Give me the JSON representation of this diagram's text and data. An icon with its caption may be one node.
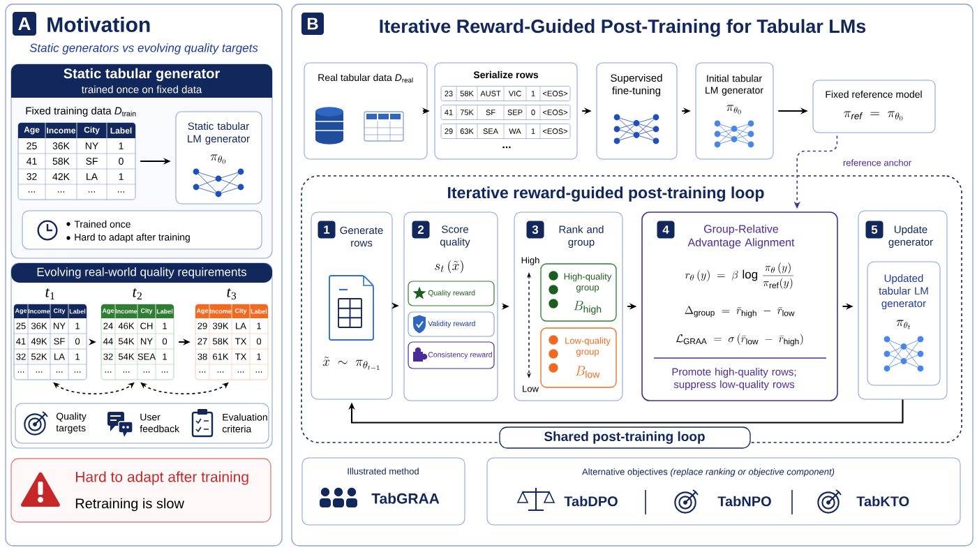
{
  "diagram": {
    "nodes": [
      {
        "text": [
          "A",
          "Motivation",
          "Static generators vs evolving quality targets"
        ]
      },
      {
        "text": [
          "Static tabular generator",
          "trained once on fixed data"
        ],
        "in": 0
      },
      {
        "text": [],
        "shape": "table",
        "in": 1,
        "beside": [
          "Fixed training data *D*$_{train}$"
        ]
      },
      {
        "text": [
          "Static tabular LM generator",
          "\\pi_{\\theta_0}"
        ],
        "in": 1
      },
      {
        "text": [
          "Trained once",
          "Hard to adapt after training"
        ],
        "in": 1
      },
      {
        "text": [
          "Evolving real-world quality requirements"
        ],
        "in": 0
      },
      {
        "text": [],
        "shape": "table",
        "in": 5,
        "beside": [
          "*t*$_{1}$"
        ]
      },
      {
        "text": [],
        "shape": "table",
        "in": 5,
        "beside": [
          "*t*$_{2}$"
        ]
      },
      {
        "text": [],
        "shape": "table",
        "in": 5,
        "beside": [
          "*t*$_{3}$"
        ]
      },
      {
        "text": [
          "Quality targets",
          "User feedback",
          "Evaluation criteria"
        ],
        "in": 5
      },
      {
        "text": [
          "Hard to adapt after training",
          "Retraining is slow"
        ],
        "in": 0
      },
      {
        "text": [
          "B",
          "Iterative Reward-Guided Post-Training for Tabular LMs"
        ]
      },
      {
        "text": [
          "Real tabular data *D*$_{real}$"
        ],
        "in": 11
      },
      {
        "text": [
          "Serialize rows"
        ],
        "in": 11
      },
      {
        "text": [
          "Supervised fine-tuning"
        ],
        "in": 11
      },
      {
        "text": [
          "Initial tabular LM generator",
          "\\pi_{\\theta_0}"
        ],
        "in": 11
      },
      {
        "text": [
          "Fixed reference model",
          "\\pi_{\\mathit{ref}} \\;=\\; \\pi_{\\theta_0}"
        ],
        "in": 11
      },
      {
        "text": [
          "Iterative reward-guided post-training loop"
        ],
        "in": 11
      },
      {
        "text": [
          "1",
          "Generate rows",
          "\\tilde{x} \\;\\sim\\; \\pi_{\\theta_{t-1}}"
        ],
        "in": 17
      },
      {
        "text": [
          "2",
          "Score quality",
          "s_t\\,(\\tilde{x})"
        ],
        "in": 17
      },
      {
        "text": [
          "Quality reward"
        ],
        "in": 19
      },
      {
        "text": [
          "Validity reward"
        ],
        "in": 19
      },
      {
        "text": [
          "Consistency reward"
        ],
        "in": 19
      },
      {
        "text": [
          "3",
          "Rank and group"
        ],
        "in": 17
      },
      {
        "text": [
          "High-quality group",
          "B_{\\mathrm{high}}"
        ],
        "in": 23
      },
      {
        "text": [
          "Low-quality group",
          "B_{\\mathrm{low}}"
        ],
        "in": 23
      },
      {
        "text": [
          "4",
          "Group-Relative Advantage Alignment",
          "r_\\theta\\,(y) \\;=\\; \\beta\\,\\log\\,\\frac{\\pi_\\theta\\,(y)}{\\pi_{\\mathrm{ref}}(y)}",
          "\\Delta_{\\mathrm{group}} \\;=\\; \\bar{r}_{\\mathrm{high}} \\;-\\; \\bar{r}_{\\mathrm{low}}",
          "\\mathcal{L}_{\\mathrm{GRAA}} \\;=\\; \\sigma\\,(\\bar{r}_{\\mathrm{low}} \\;-\\; \\bar{r}_{\\mathrm{high}})",
          "Promote high-quality rows; suppress low-quality rows"
        ],
        "in": 17
      },
      {
        "text": [
          "5",
          "Update generator"
        ],
        "in": 17
      },
      {
        "text": [
          "Updated tabular LM generator",
          "\\pi_{\\theta_t}"
        ],
        "in": 27
      },
      {
        "text": [
          "Shared post-training loop"
        ],
        "in": 11
      },
      {
        "text": [
          "Illustrated method",
          "TabGRAA"
        ],
        "in": 11
      },
      {
        "text": [
          "Alternative objectives *(replace ranking or objective component)*",
          "TabDPO",
          "TabNPO",
          "TabKTO"
        ],
        "in": 11
      }
    ],
    "edges": [
      {
        "from": 2,
        "to": 3,
        "arrow": "to"
      },
      {
        "from": 6,
        "to": 7,
        "arrow": "to"
      },
      {
        "from": 7,
        "to": 8,
        "arrow": "to"
      },
      {
        "from": 6,
        "to": 7,
        "arrow": "both",
        "style": "dashed"
      },
      {
        "from": 7,
        "to": 8,
        "arrow": "both",
        "style": "dashed"
      },
      {
        "from": 12,
        "to": 13,
        "arrow": "to"
      },
      {
        "from": 13,
        "to": 14,
        "arrow": "to"
      },
      {
        "from": 14,
        "to": 15,
        "arrow": "to"
      },
      {
        "from": 15,
        "to": 16,
        "arrow": "to"
      },
      {
        "from": 16,
        "to": 26,
        "arrow": "to",
        "style": "dashed",
        "color": "#4b2c98",
        "label": "reference anchor"
      },
      {
        "from": 18,
        "to": 19,
        "arrow": "to"
      },
      {
        "from": 19,
        "to": 23,
        "arrow": "to"
      },
      {
        "from": 23,
        "to": 26,
        "arrow": "to"
      },
      {
        "from": 26,
        "to": 27,
        "arrow": "to"
      },
      {
        "from": 27,
        "to": 18,
        "arrow": "to"
      }
    ],
    "labels": [
      "Age",
      "Income",
      "City",
      "Label",
      "25",
      "36K",
      "NY",
      "1",
      "41",
      "58K",
      "SF",
      "0",
      "32",
      "42K",
      "LA",
      "1",
      "...",
      "...",
      "...",
      "...",
      "Age",
      "Income",
      "City",
      "Label",
      "25",
      "36K",
      "NY",
      "1",
      "41",
      "49K",
      "SF",
      "0",
      "32",
      "52K",
      "LA",
      "1",
      "...",
      "...",
      "...",
      "...",
      "Age",
      "Income",
      "City",
      "Label",
      "24",
      "46K",
      "CH",
      "1",
      "44",
      "54K",
      "NY",
      "0",
      "32",
      "54K",
      "SEA",
      "1",
      "...",
      "...",
      "...",
      "...",
      "Age",
      "Income",
      "City",
      "Label",
      "29",
      "39K",
      "LA",
      "1",
      "27",
      "58K",
      "TX",
      "0",
      "38",
      "61K",
      "TX",
      "1",
      "...",
      "...",
      "...",
      "...",
      "23",
      "58K",
      "AUST",
      "VIC",
      "1",
      "<EOS>",
      "41",
      "75K",
      "SF",
      "SEP",
      "0",
      "<EOS>",
      "29",
      "63K",
      "SEA",
      "WA",
      "1",
      "<EOS>",
      "...",
      "High",
      "Low"
    ]
  }
}
